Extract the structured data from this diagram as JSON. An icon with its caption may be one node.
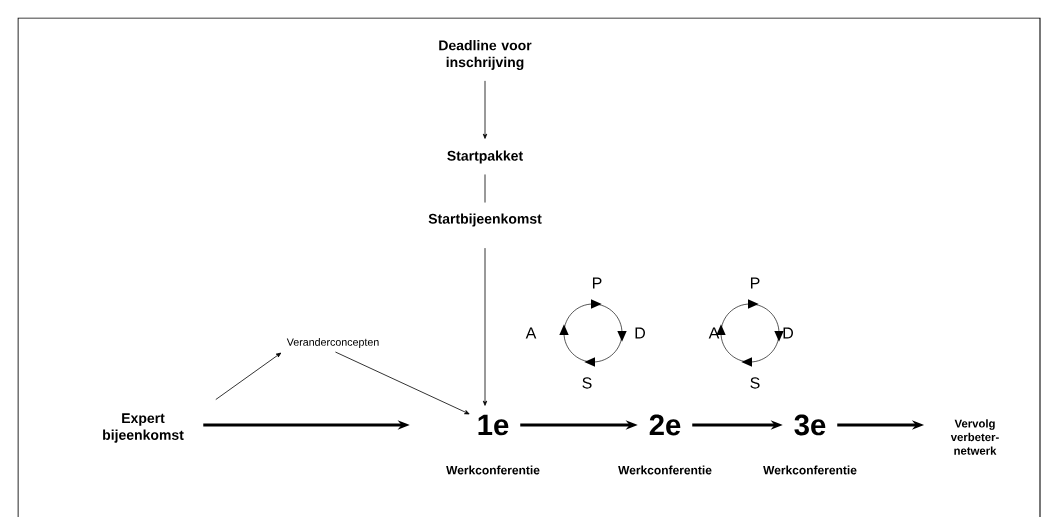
{
  "diagram": {
    "nodes": [
      {
        "text": [
          "Deadline voor inschrijving"
        ]
      },
      {
        "text": [
          "Startpakket"
        ]
      },
      {
        "text": [
          "Startbijeenkomst"
        ]
      },
      {
        "text": [
          "Expert bijeenkomst"
        ]
      },
      {
        "text": [
          "Veranderconcepten"
        ]
      },
      {
        "text": [
          "1e"
        ],
        "beside": [
          "Werkconferentie"
        ]
      },
      {
        "text": [
          "2e"
        ],
        "beside": [
          "Werkconferentie"
        ]
      },
      {
        "text": [
          "3e"
        ],
        "beside": [
          "Werkconferentie"
        ]
      },
      {
        "text": [
          "Vervolg verbeter-netwerk"
        ]
      }
    ],
    "edges": [
      {
        "from": 0,
        "to": 1,
        "arrow": "to"
      },
      {
        "from": 1,
        "to": 2,
        "arrow": "none"
      },
      {
        "from": 2,
        "to": 5,
        "arrow": "to"
      },
      {
        "from": 3,
        "to": 4,
        "arrow": "to"
      },
      {
        "from": 4,
        "to": 5,
        "arrow": "to"
      },
      {
        "from": 3,
        "to": 5,
        "arrow": "to",
        "style": "thick"
      },
      {
        "from": 5,
        "to": 6,
        "arrow": "to",
        "style": "thick"
      },
      {
        "from": 6,
        "to": 7,
        "arrow": "to",
        "style": "thick"
      },
      {
        "from": 7,
        "to": 8,
        "arrow": "to",
        "style": "thick"
      }
    ],
    "labels": [
      "P",
      "P",
      "A",
      "D",
      "A",
      "D",
      "S",
      "S"
    ]
  }
}
